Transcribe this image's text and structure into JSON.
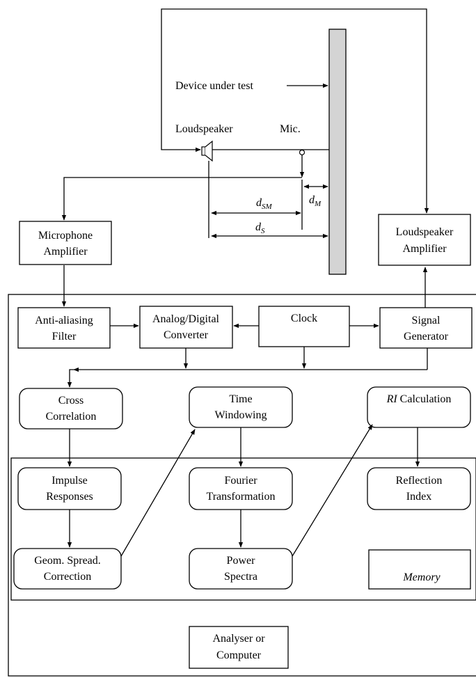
{
  "labels": {
    "device_under_test": "Device under test",
    "loudspeaker": "Loudspeaker",
    "mic": "Mic.",
    "d_sm_main": "d",
    "d_sm_sub": "SM",
    "d_m_main": "d",
    "d_m_sub": "M",
    "d_s_main": "d",
    "d_s_sub": "S"
  },
  "blocks": {
    "microphone_amplifier": [
      "Microphone",
      "Amplifier"
    ],
    "loudspeaker_amplifier": [
      "Loudspeaker",
      "Amplifier"
    ],
    "anti_aliasing_filter": [
      "Anti-aliasing",
      "Filter"
    ],
    "adc": [
      "Analog/Digital",
      "Converter"
    ],
    "clock": [
      "Clock"
    ],
    "signal_generator": [
      "Signal",
      "Generator"
    ],
    "cross_correlation": [
      "Cross",
      "Correlation"
    ],
    "time_windowing": [
      "Time",
      "Windowing"
    ],
    "ri_calculation": {
      "italic": "RI",
      "text": " Calculation"
    },
    "impulse_responses": [
      "Impulse",
      "Responses"
    ],
    "fourier_transformation": [
      "Fourier",
      "Transformation"
    ],
    "reflection_index": [
      "Reflection",
      "Index"
    ],
    "geom_spread_correction": [
      "Geom. Spread.",
      "Correction"
    ],
    "power_spectra": [
      "Power",
      "Spectra"
    ],
    "memory": [
      "Memory"
    ],
    "analyser": [
      "Analyser or",
      "Computer"
    ]
  },
  "colors": {
    "device_panel": "#d4d4d4",
    "line": "#000000",
    "background": "#ffffff"
  }
}
